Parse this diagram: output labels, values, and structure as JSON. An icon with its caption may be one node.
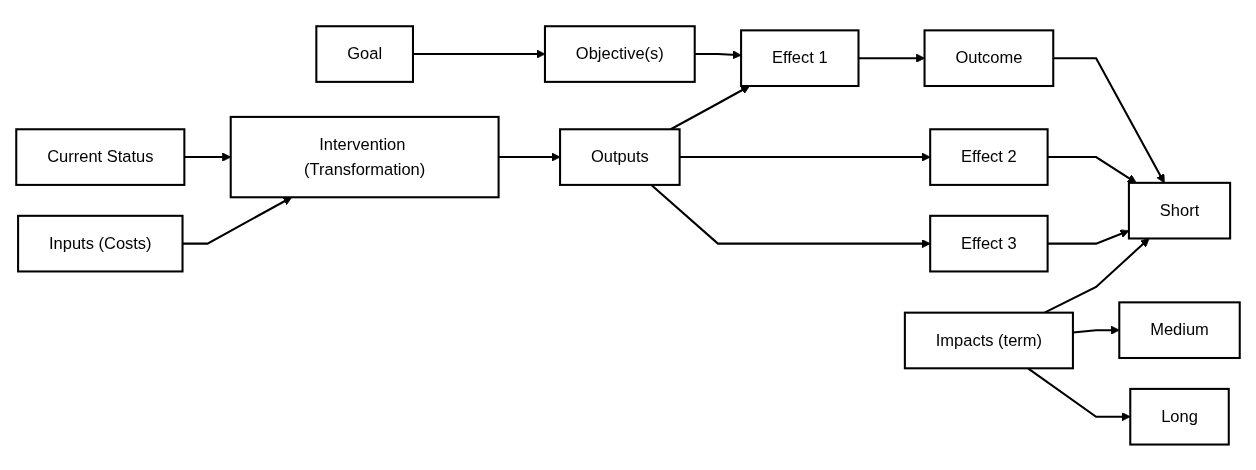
{
  "diagram": {
    "nodes": [
      {
        "text": [
          "Goal"
        ]
      },
      {
        "text": [
          "Objective(s)"
        ]
      },
      {
        "text": [
          "Current Status"
        ]
      },
      {
        "text": [
          "Intervention (Transformation)"
        ]
      },
      {
        "text": [
          "Inputs (Costs)"
        ]
      },
      {
        "text": [
          "Outputs"
        ]
      },
      {
        "text": [
          "Effect 1"
        ]
      },
      {
        "text": [
          "Effect 2"
        ]
      },
      {
        "text": [
          "Effect 3"
        ]
      },
      {
        "text": [
          "Outcome"
        ]
      },
      {
        "text": [
          "Impacts (term)"
        ]
      },
      {
        "text": [
          "Short"
        ]
      },
      {
        "text": [
          "Medium"
        ]
      },
      {
        "text": [
          "Long"
        ]
      }
    ],
    "edges": [
      {
        "from": 0,
        "to": 1,
        "arrow": "to"
      },
      {
        "from": 1,
        "to": 6,
        "arrow": "to"
      },
      {
        "from": 2,
        "to": 3,
        "arrow": "to"
      },
      {
        "from": 4,
        "to": 3,
        "arrow": "to"
      },
      {
        "from": 3,
        "to": 5,
        "arrow": "to"
      },
      {
        "from": 5,
        "to": 6,
        "arrow": "to"
      },
      {
        "from": 5,
        "to": 7,
        "arrow": "to"
      },
      {
        "from": 5,
        "to": 8,
        "arrow": "to"
      },
      {
        "from": 6,
        "to": 9,
        "arrow": "to"
      },
      {
        "from": 9,
        "to": 11,
        "arrow": "to"
      },
      {
        "from": 7,
        "to": 11,
        "arrow": "to"
      },
      {
        "from": 8,
        "to": 11,
        "arrow": "to"
      },
      {
        "from": 10,
        "to": 11,
        "arrow": "to"
      },
      {
        "from": 10,
        "to": 12,
        "arrow": "to"
      },
      {
        "from": 10,
        "to": 13,
        "arrow": "to"
      }
    ]
  }
}
